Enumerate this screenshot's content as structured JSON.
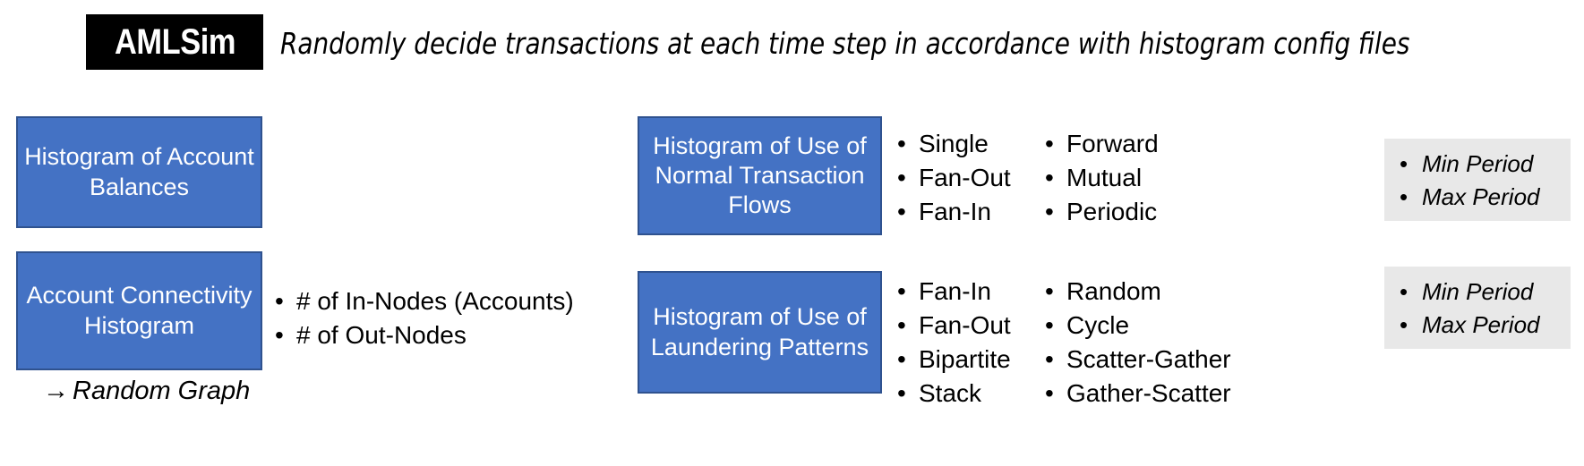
{
  "header": {
    "logo": "AMLSim",
    "subtitle": "Randomly decide transactions at each time step in accordance with histogram config files"
  },
  "colors": {
    "box_fill": "#4472C4",
    "box_border": "#2F528F",
    "box_text": "#FFFFFF",
    "gray_fill": "#E8E8E8",
    "logo_background": "#000000",
    "page_background": "#FFFFFF"
  },
  "boxes": {
    "account_balances": "Histogram of Account Balances",
    "account_connectivity": "Account Connectivity Histogram",
    "normal_flows": "Histogram of Use of Normal Transaction Flows",
    "laundering": "Histogram of Use of Laundering Patterns"
  },
  "lists": {
    "connectivity": [
      "# of In-Nodes (Accounts)",
      "# of Out-Nodes"
    ],
    "normal_flows_a": [
      "Single",
      "Fan-Out",
      "Fan-In"
    ],
    "normal_flows_b": [
      "Forward",
      "Mutual",
      "Periodic"
    ],
    "laundering_a": [
      "Fan-In",
      "Fan-Out",
      "Bipartite",
      "Stack"
    ],
    "laundering_b": [
      "Random",
      "Cycle",
      "Scatter-Gather",
      "Gather-Scatter"
    ],
    "period_normal": [
      "Min Period",
      "Max Period"
    ],
    "period_laundering": [
      "Min Period",
      "Max Period"
    ]
  },
  "notes": {
    "random_graph_arrow": "→",
    "random_graph": "Random Graph"
  }
}
